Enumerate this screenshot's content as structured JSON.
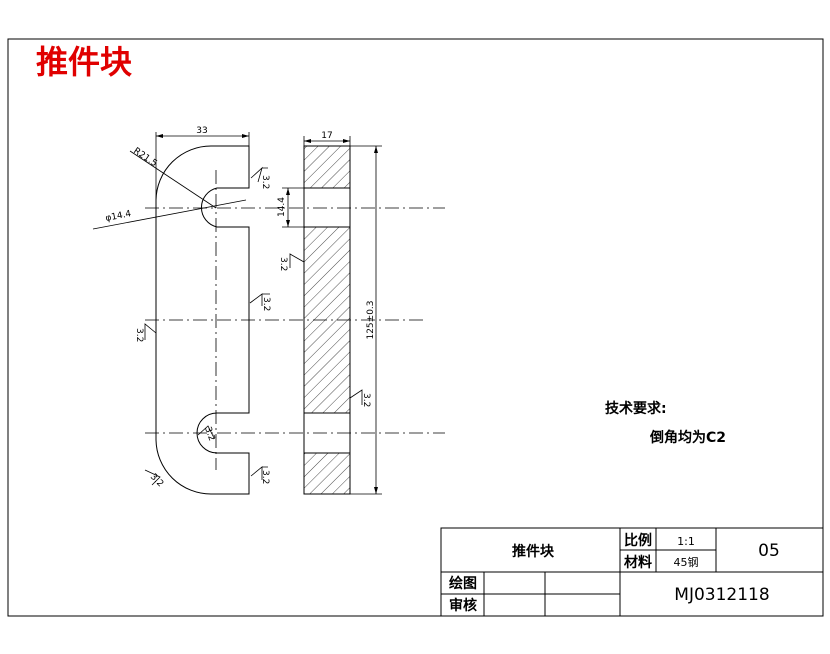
{
  "drawing_title": "推件块",
  "dimensions": {
    "width_top": "33",
    "radius": "R21.5",
    "diameter": "φ14.4",
    "thickness": "17",
    "slot": "14.4",
    "length": "125±0.3"
  },
  "roughness": {
    "value": "3.2"
  },
  "tech_requirements": {
    "heading": "技术要求:",
    "item": "倒角均为C2"
  },
  "title_block": {
    "part_name": "推件块",
    "scale_label": "比例",
    "scale_value": "1:1",
    "material_label": "材料",
    "material_value": "45钢",
    "sheet_no": "05",
    "drawn_label": "绘图",
    "checked_label": "审核",
    "drawing_no": "MJ0312118"
  }
}
